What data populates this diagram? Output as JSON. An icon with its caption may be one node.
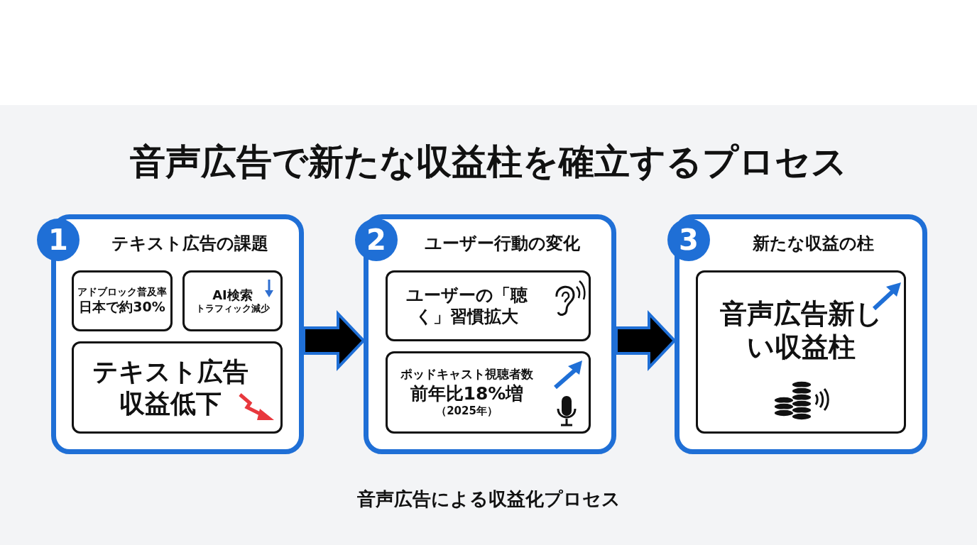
{
  "diagram": {
    "title": "音声広告で新たな収益柱を確立するプロセス",
    "caption": "音声広告による収益化プロセス",
    "nodes": [
      {
        "text": [
          "テキスト広告の課題"
        ]
      },
      {
        "text": [
          "1"
        ],
        "in": 0
      },
      {
        "text": [
          "アドブロック普及率",
          "日本で約30%"
        ],
        "in": 0
      },
      {
        "text": [
          "AI検索",
          "トラフィック減少"
        ],
        "in": 0
      },
      {
        "text": [
          "テキスト広告収益低下"
        ],
        "in": 0
      },
      {
        "text": [
          "ユーザー行動の変化"
        ]
      },
      {
        "text": [
          "2"
        ],
        "in": 5
      },
      {
        "text": [
          "ユーザーの「聴く」習慣拡大"
        ],
        "in": 5
      },
      {
        "text": [
          "ポッドキャスト視聴者数",
          "前年比18%増",
          "（2025年）"
        ],
        "in": 5
      },
      {
        "text": [
          "新たな収益の柱"
        ]
      },
      {
        "text": [
          "3"
        ],
        "in": 9
      },
      {
        "text": [
          "音声広告新しい収益柱"
        ],
        "in": 9
      }
    ],
    "edges": [
      {
        "from": 0,
        "to": 5,
        "arrow": "to"
      },
      {
        "from": 5,
        "to": 9,
        "arrow": "to"
      }
    ]
  }
}
